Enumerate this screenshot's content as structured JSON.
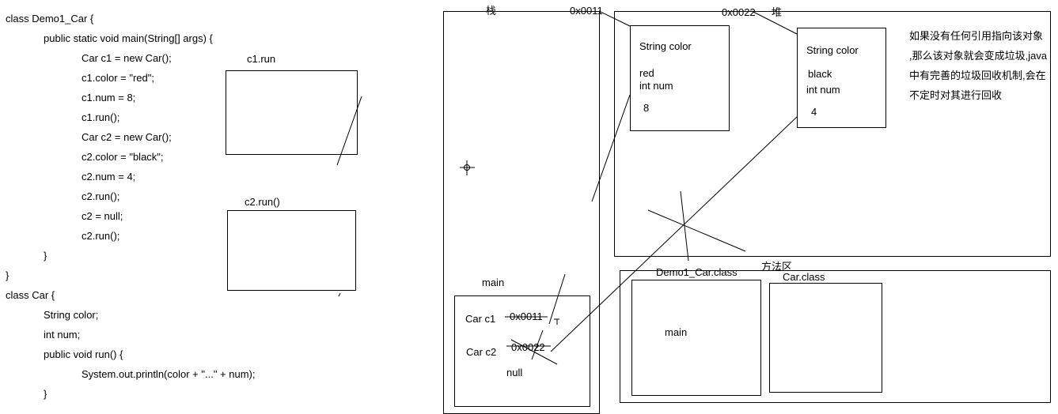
{
  "code": {
    "lines": [
      "class Demo1_Car {",
      "public static void main(String[] args) {",
      "Car c1 = new Car();",
      "c1.color = \"red\";",
      "c1.num = 8;",
      "c1.run();",
      "Car c2 = new Car();",
      "c2.color = \"black\";",
      "c2.num = 4;",
      "c2.run();",
      "c2 = null;",
      "c2.run();",
      "}",
      "}",
      "class Car {",
      "String color;",
      "int num;",
      "public void run() {",
      "System.out.println(color + \"...\" + num);",
      "}"
    ]
  },
  "frames": {
    "c1_run": "c1.run",
    "c2_run": "c2.run()"
  },
  "stack": {
    "label": "栈",
    "main_label": "main",
    "c1_label": "Car c1",
    "c1_addr": "0x0011",
    "c2_label": "Car c2",
    "c2_addr": "0x0022",
    "c2_null": "null"
  },
  "heap": {
    "label": "堆",
    "obj1": {
      "addr": "0x0011",
      "field1": "String color",
      "val1": "red",
      "field2": "int num",
      "val2": "8"
    },
    "obj2": {
      "addr": "0x0022",
      "field1": "String color",
      "val1": "black",
      "field2": "int num",
      "val2": "4"
    },
    "note": [
      "如果没有任何引用指向该对象",
      ",那么该对象就会变成垃圾,java",
      "中有完善的垃圾回收机制,会在",
      "不定时对其进行回收"
    ]
  },
  "method_area": {
    "label": "方法区",
    "demo_class": "Demo1_Car.class",
    "demo_main": "main",
    "car_class": "Car.class"
  }
}
